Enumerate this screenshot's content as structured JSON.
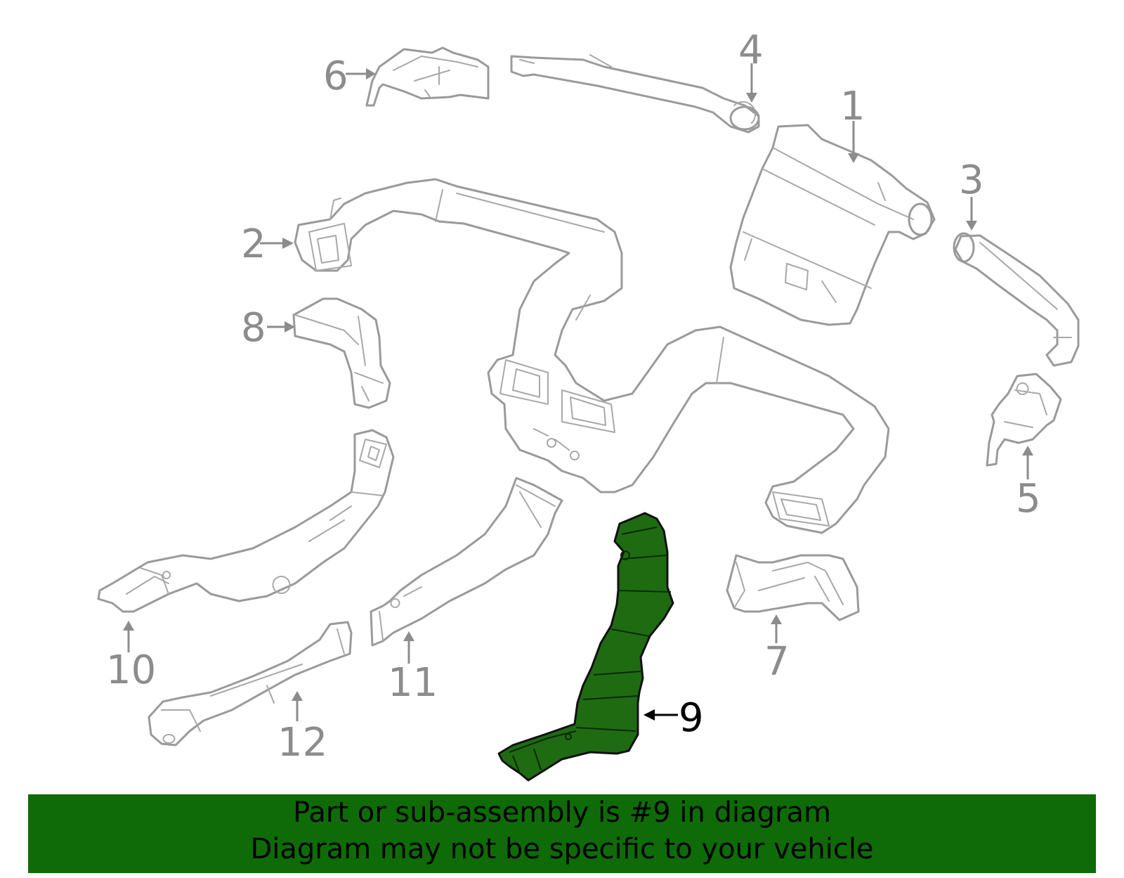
{
  "callouts": [
    {
      "number": "1"
    },
    {
      "number": "2"
    },
    {
      "number": "3"
    },
    {
      "number": "4"
    },
    {
      "number": "5"
    },
    {
      "number": "6"
    },
    {
      "number": "7"
    },
    {
      "number": "8"
    },
    {
      "number": "9",
      "highlighted": true
    },
    {
      "number": "10"
    },
    {
      "number": "11"
    },
    {
      "number": "12"
    }
  ],
  "colors": {
    "highlight_fill": "#1f6b12",
    "banner_background": "#0f6b07",
    "outline": "#9a9a9a",
    "callout_text": "#8c8c8c"
  },
  "banner": {
    "line1": "Part or sub-assembly is #9 in diagram",
    "line2": "Diagram may not be specific to your vehicle"
  }
}
